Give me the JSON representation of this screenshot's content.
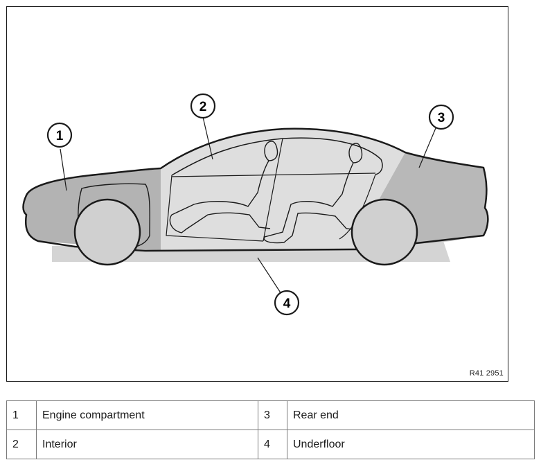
{
  "figure": {
    "code": "R41 2951",
    "callouts": [
      {
        "number": "1"
      },
      {
        "number": "2"
      },
      {
        "number": "3"
      },
      {
        "number": "4"
      }
    ]
  },
  "legend": {
    "rows": [
      [
        {
          "number": "1",
          "label": "Engine compartment"
        },
        {
          "number": "3",
          "label": "Rear end"
        }
      ],
      [
        {
          "number": "2",
          "label": "Interior"
        },
        {
          "number": "4",
          "label": "Underfloor"
        }
      ]
    ]
  },
  "colors": {
    "line": "#1a1a1a",
    "engine_zone": "#b3b3b3",
    "rear_zone": "#b8b8b8",
    "interior_zone": "#dedede",
    "underfloor_zone": "#d4d4d4",
    "wheel_fill": "#d0d0d0",
    "table_border": "#7a7a7a"
  }
}
